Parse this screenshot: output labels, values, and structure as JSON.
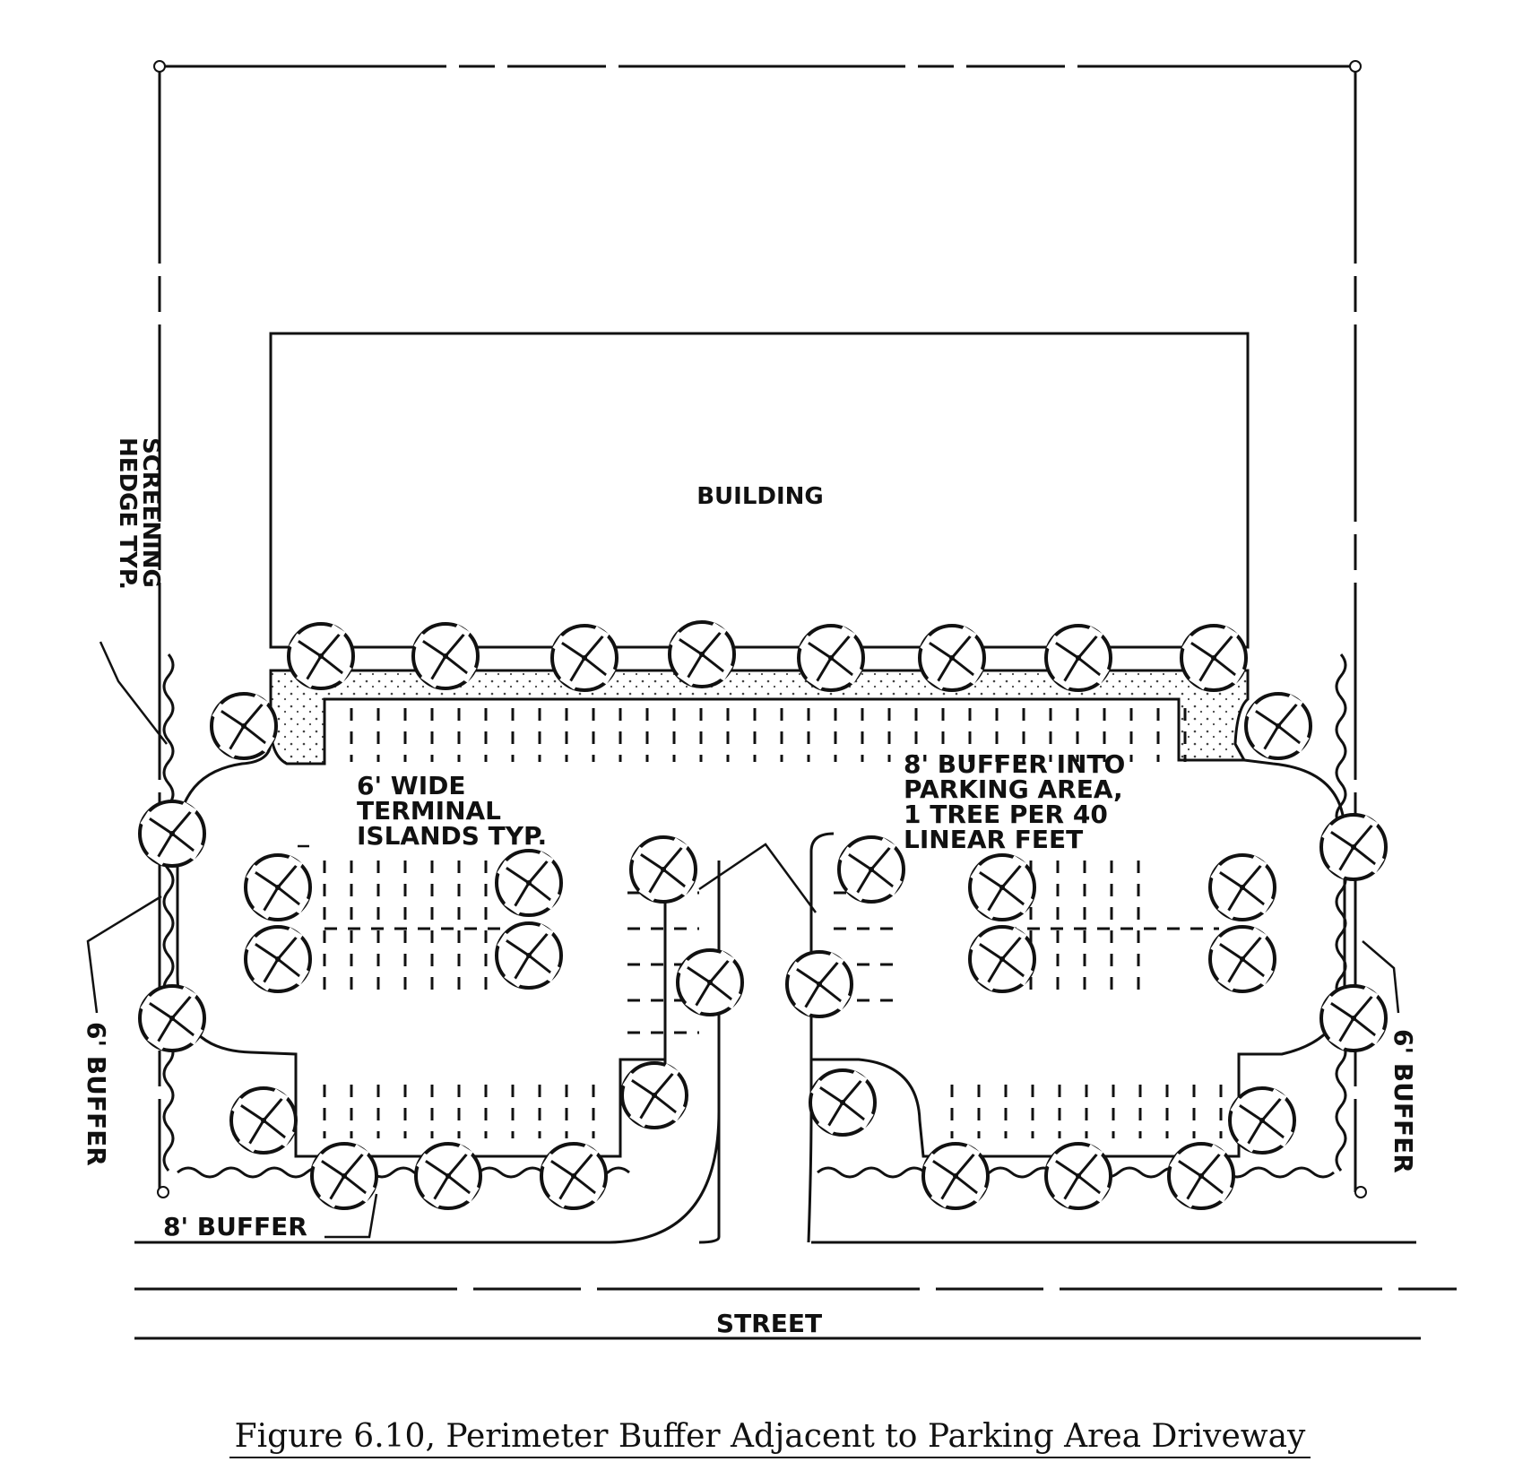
{
  "labels": {
    "building": "BUILDING",
    "screening_hedge_1": "SCREENING",
    "screening_hedge_2": "HEDGE TYP.",
    "terminal_islands": [
      "6' WIDE",
      "TERMINAL",
      "ISLANDS TYP."
    ],
    "buffer_into_parking": [
      "8' BUFFER INTO",
      "PARKING AREA,",
      "1 TREE PER 40",
      "LINEAR FEET"
    ],
    "left_buffer": "6' BUFFER",
    "right_buffer": "6' BUFFER",
    "bottom_buffer": "8' BUFFER",
    "street": "STREET"
  },
  "caption": "Figure 6.10, Perimeter Buffer Adjacent to Parking Area Driveway"
}
